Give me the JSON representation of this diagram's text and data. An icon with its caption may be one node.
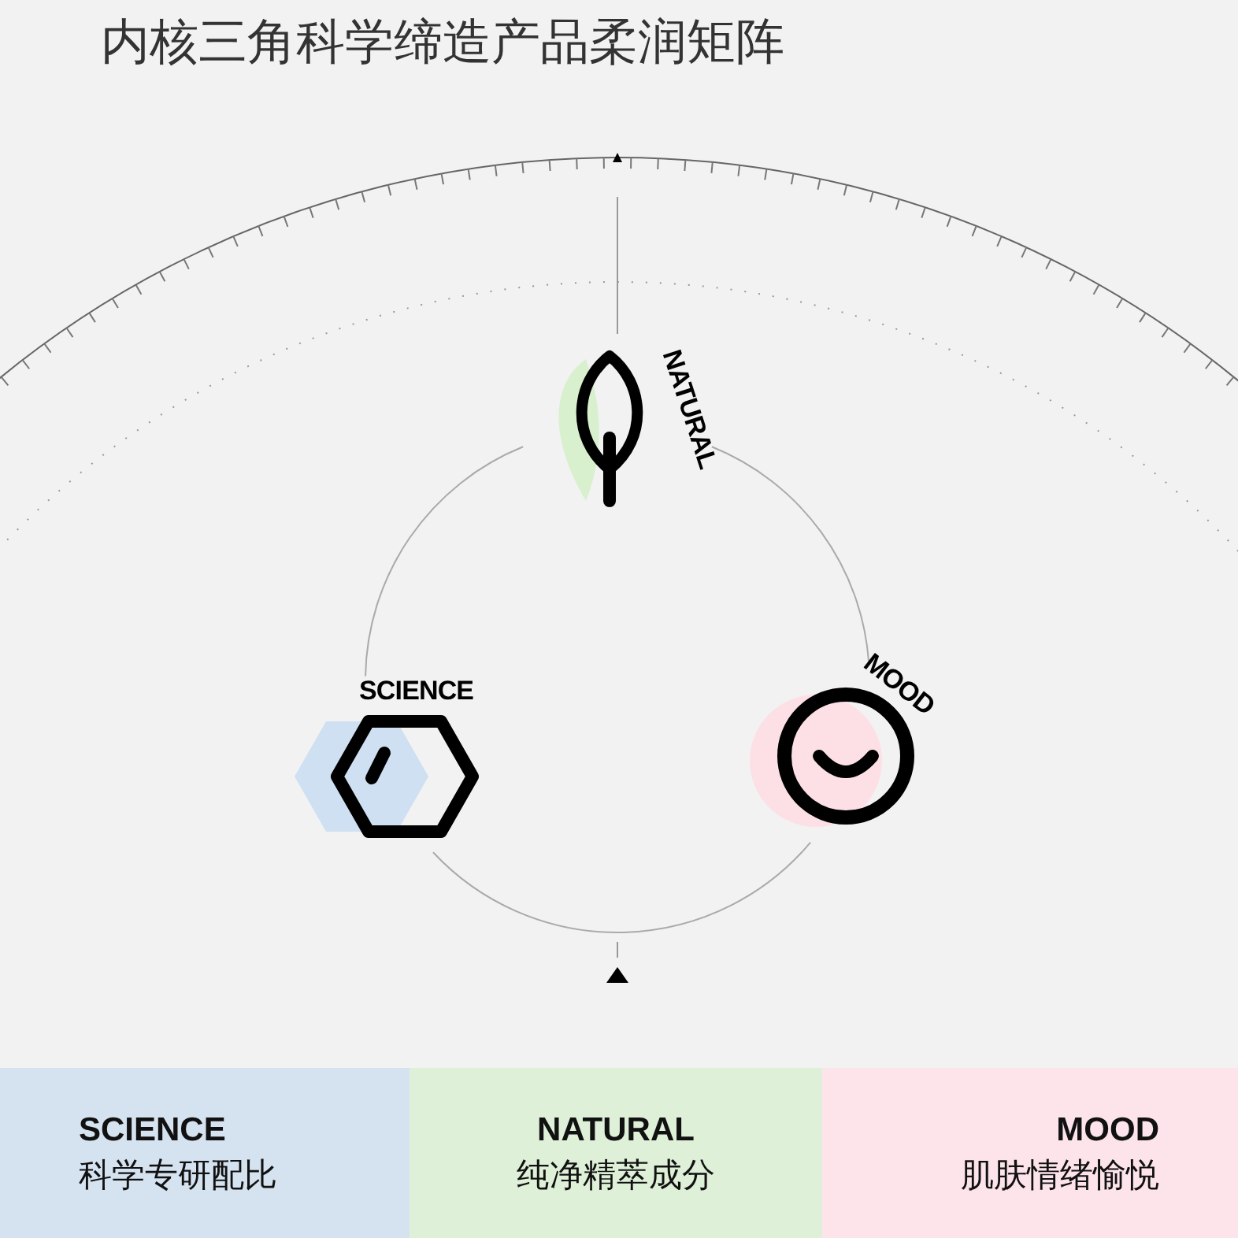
{
  "diagram": {
    "title": "内核三角科学缔造产品柔润矩阵",
    "nodes": [
      {
        "text": [
          "NATURAL"
        ]
      },
      {
        "text": [
          "SCIENCE"
        ]
      },
      {
        "text": [
          "MOOD"
        ]
      },
      {
        "text": [
          "SCIENCE",
          "科学专研配比"
        ]
      },
      {
        "text": [
          "NATURAL",
          "纯净精萃成分"
        ]
      },
      {
        "text": [
          "MOOD",
          "肌肤情绪愉悦"
        ]
      }
    ],
    "edges": [
      {
        "from": 0,
        "to": 2,
        "arrow": "none"
      },
      {
        "from": 2,
        "to": 1,
        "arrow": "none"
      },
      {
        "from": 1,
        "to": 0,
        "arrow": "none"
      }
    ]
  }
}
